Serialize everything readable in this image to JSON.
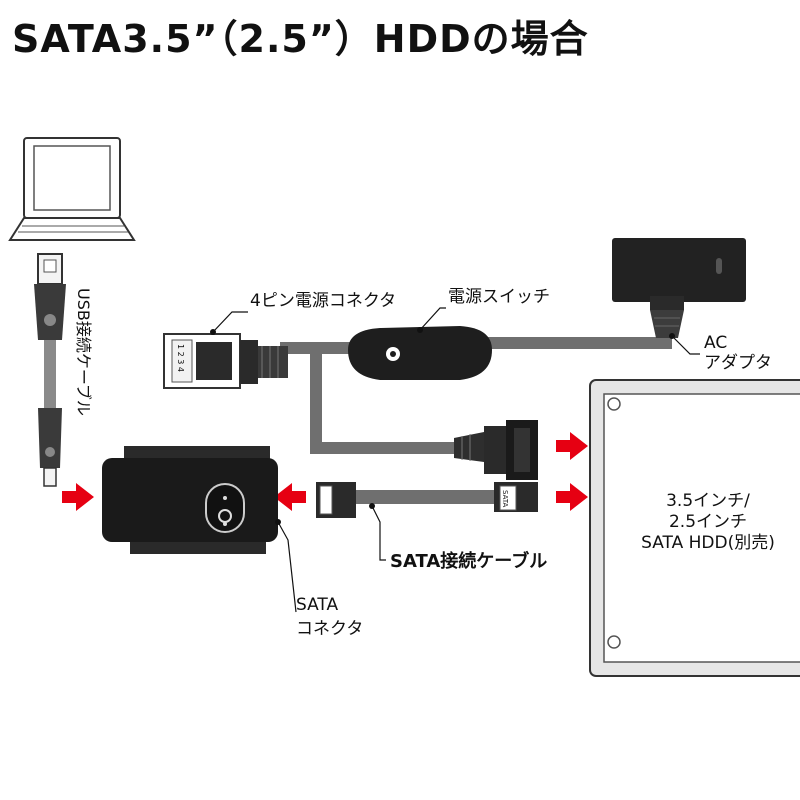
{
  "title": "SATA3.5”（2.5”）HDDの場合",
  "labels": {
    "usb_cable": "USB接続ケーブル",
    "power_connector": "4ピン電源コネクタ",
    "power_switch": "電源スイッチ",
    "ac_adapter_line1": "AC",
    "ac_adapter_line2": "アダプタ",
    "sata_cable": "SATA接続ケーブル",
    "sata_connector_line1": "SATA",
    "sata_connector_line2": "コネクタ",
    "hdd_line1": "3.5インチ/",
    "hdd_line2": "2.5インチ",
    "hdd_line3": "SATA HDD(別売)",
    "molex_pins": "1 2 3 4",
    "sata_plug_text": "SATA"
  },
  "colors": {
    "arrow": "#e60012",
    "device": "#1a1a1a",
    "cable": "#6f6f6f",
    "hdd_frame": "#d9d9d9"
  }
}
